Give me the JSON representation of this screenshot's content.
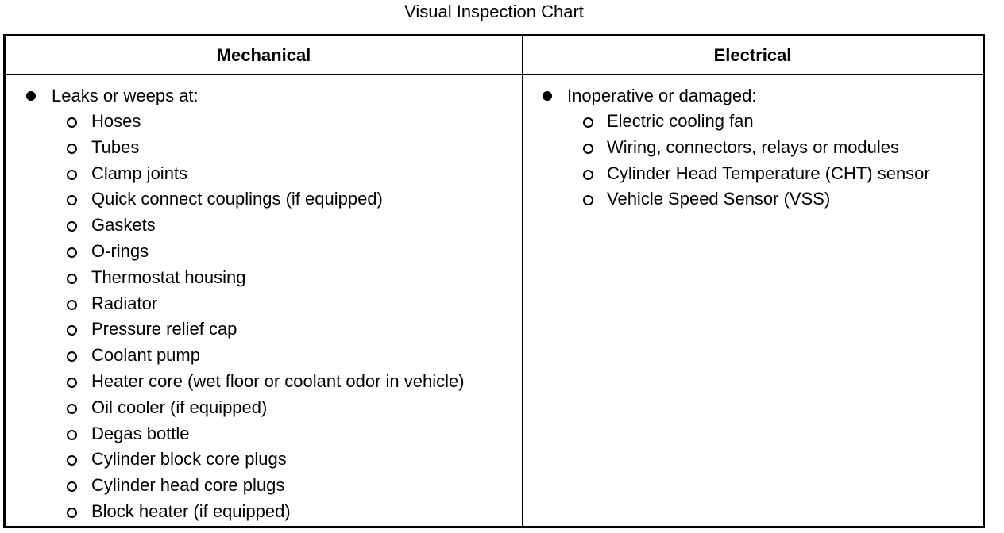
{
  "title": "Visual Inspection Chart",
  "columns": {
    "mechanical": {
      "header": "Mechanical",
      "lead": "Leaks or weeps at:",
      "items": [
        "Hoses",
        "Tubes",
        "Clamp joints",
        "Quick connect couplings (if equipped)",
        "Gaskets",
        "O-rings",
        "Thermostat housing",
        "Radiator",
        "Pressure relief cap",
        "Coolant pump",
        "Heater core (wet floor or coolant odor in vehicle)",
        "Oil cooler (if equipped)",
        "Degas bottle",
        "Cylinder block core plugs",
        "Cylinder head core plugs",
        "Block heater (if equipped)"
      ]
    },
    "electrical": {
      "header": "Electrical",
      "lead": "Inoperative or damaged:",
      "items": [
        "Electric cooling fan",
        "Wiring, connectors, relays or modules",
        "Cylinder Head Temperature (CHT) sensor",
        "Vehicle Speed Sensor (VSS)"
      ]
    }
  },
  "icons": {
    "bullet": "filled-circle-icon",
    "sub_bullet": "hollow-circle-icon"
  }
}
